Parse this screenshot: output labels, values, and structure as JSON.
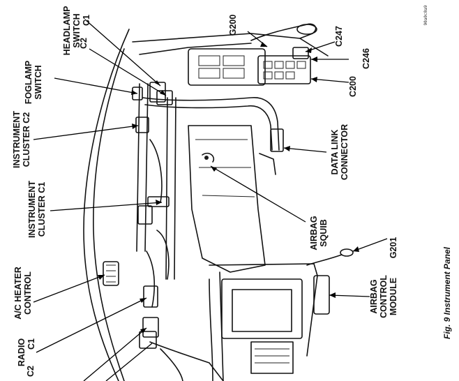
{
  "labels": {
    "g200": "G200",
    "g201": "G201",
    "c247": "C247",
    "c246": "C246",
    "c200": "C200",
    "headlamp": [
      "HEADLAMP",
      "SWITCH",
      "C1"
    ],
    "headlamp_c2": "C2",
    "foglamp": [
      "FOGLAMP",
      "SWITCH"
    ],
    "instrument_cluster_c2": [
      "INSTRUMENT",
      "CLUSTER C2"
    ],
    "instrument_cluster_c1": [
      "INSTRUMENT",
      "CLUSTER C1"
    ],
    "ac_heater": [
      "A/C HEATER",
      "CONTROL"
    ],
    "radio": [
      "RADIO",
      "C1"
    ],
    "radio_c2": "C2",
    "data_link": [
      "DATA LINK",
      "CONNECTOR"
    ],
    "airbag_squib": [
      "AIRBAG",
      "SQUIB"
    ],
    "airbag_module": [
      "AIRBAG",
      "CONTROL",
      "MODULE"
    ]
  },
  "caption": "Fig. 9 Instrument Panel",
  "artwork_id": "90a0c0a9"
}
